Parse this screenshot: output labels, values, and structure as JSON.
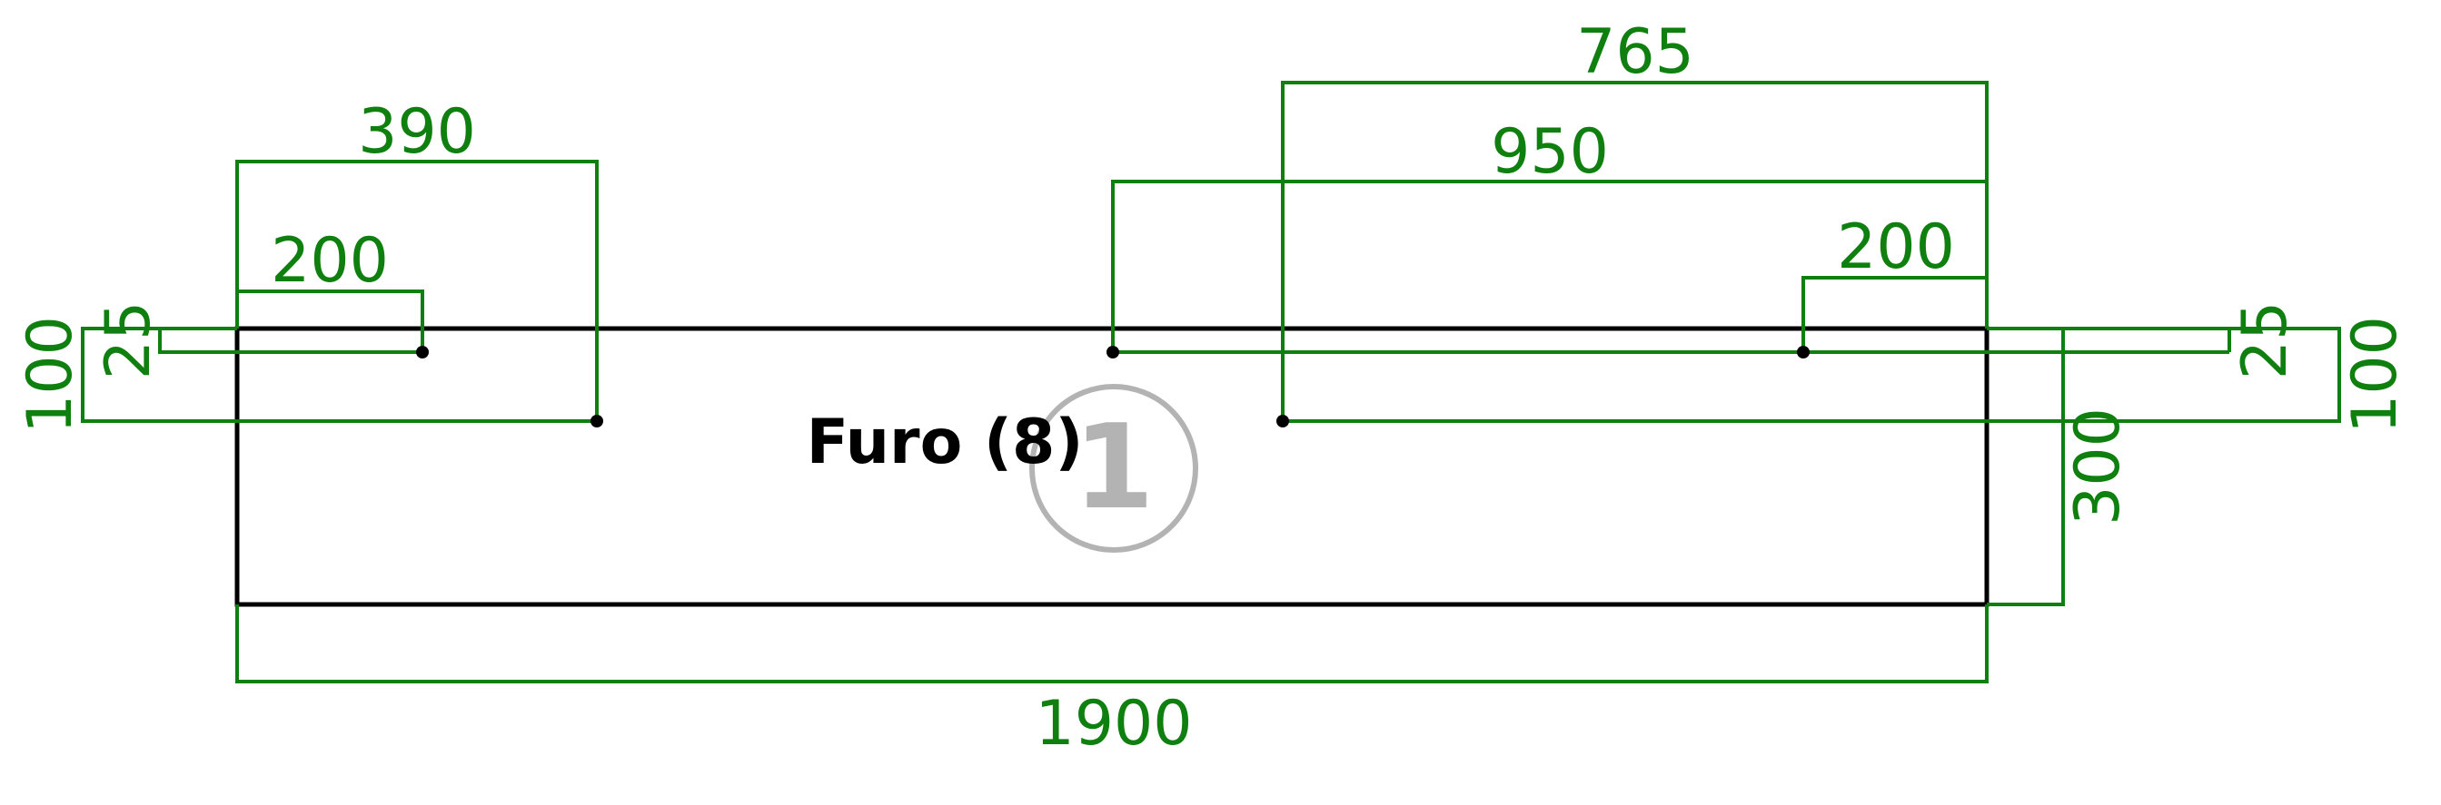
{
  "drawing": {
    "part_label": "Furo (8)",
    "badge_number": "1",
    "colors": {
      "dimension": "#0f800f",
      "outline": "#000000",
      "badge": "#b3b3b3"
    },
    "dimensions": {
      "overall_length": "1900",
      "overall_height": "300",
      "top_left_390": "390",
      "top_left_200": "200",
      "top_right_765": "765",
      "top_right_950": "950",
      "top_right_200": "200",
      "left_25": "25",
      "left_100": "100",
      "right_25": "25",
      "right_100": "100"
    }
  }
}
